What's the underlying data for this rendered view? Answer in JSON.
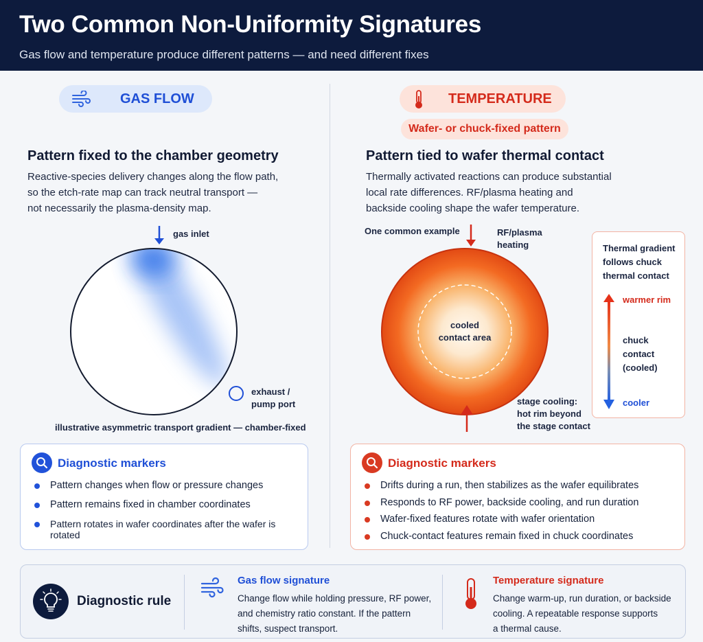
{
  "header": {
    "title": "Two Common Non-Uniformity Signatures",
    "subtitle": "Gas flow and temperature produce different patterns — and need different fixes"
  },
  "gas": {
    "pill": "GAS FLOW",
    "title": "Pattern fixed to the chamber geometry",
    "text": [
      "Reactive-species delivery changes along the flow path,",
      "so the etch-rate map can track neutral transport —",
      "not necessarily the plasma-density map."
    ],
    "inlet_label": "gas inlet",
    "exhaust_label": [
      "exhaust /",
      "pump port"
    ],
    "caption": "illustrative asymmetric transport gradient — chamber-fixed",
    "markers_title": "Diagnostic markers",
    "markers": [
      "Pattern changes when flow or pressure changes",
      "Pattern remains fixed in chamber coordinates",
      "Pattern rotates in wafer coordinates after the wafer is rotated"
    ],
    "color": "#2152d9"
  },
  "temp": {
    "pill": "TEMPERATURE",
    "subpill": "Wafer- or chuck-fixed pattern",
    "title": "Pattern tied to wafer thermal contact",
    "text": [
      "Thermally activated reactions can produce substantial",
      "local rate differences. RF/plasma heating and",
      "backside cooling shape the wafer temperature."
    ],
    "example_label": "One common example",
    "heating_label": [
      "RF/plasma",
      "heating"
    ],
    "center_label": [
      "cooled",
      "contact area"
    ],
    "stage_label": [
      "stage cooling:",
      "hot rim beyond",
      "the stage contact"
    ],
    "gradient_title": [
      "Thermal gradient",
      "follows chuck",
      "thermal contact"
    ],
    "warm_label": "warmer rim",
    "chuck_label": [
      "chuck",
      "contact",
      "(cooled)"
    ],
    "cool_label": "cooler",
    "markers_title": "Diagnostic markers",
    "markers": [
      "Drifts during a run, then stabilizes as the wafer equilibrates",
      "Responds to RF power, backside cooling, and run duration",
      "Wafer-fixed features rotate with wafer orientation",
      "Chuck-contact features remain fixed in chuck coordinates"
    ],
    "color": "#d93a22"
  },
  "footer": {
    "rule": "Diagnostic rule",
    "gas_title": "Gas flow signature",
    "gas_text": [
      "Change flow while holding pressure, RF power,",
      "and chemistry ratio constant. If the pattern",
      "shifts, suspect transport."
    ],
    "temp_title": "Temperature signature",
    "temp_text": [
      "Change warm-up, run duration, or backside",
      "cooling. A repeatable response supports",
      "a thermal cause."
    ]
  }
}
